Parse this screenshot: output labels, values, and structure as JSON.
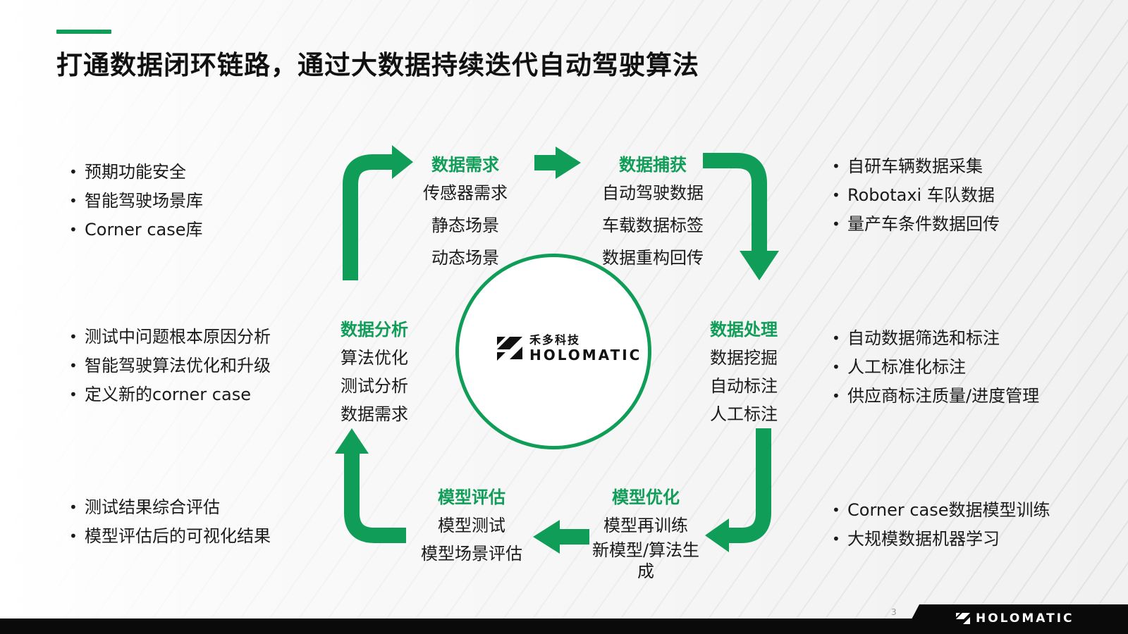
{
  "title": "打通数据闭环链路，通过大数据持续迭代自动驾驶算法",
  "colors": {
    "accent": "#0f9d58",
    "footer": "#0a0a0a"
  },
  "nodes": {
    "data_demand": {
      "title": "数据需求",
      "items": [
        "传感器需求",
        "静态场景",
        "动态场景"
      ]
    },
    "data_capture": {
      "title": "数据捕获",
      "items": [
        "自动驾驶数据",
        "车载数据标签",
        "数据重构回传"
      ]
    },
    "data_processing": {
      "title": "数据处理",
      "items": [
        "数据挖掘",
        "自动标注",
        "人工标注"
      ]
    },
    "model_optimization": {
      "title": "模型优化",
      "items": [
        "模型再训练",
        "新模型/算法生",
        "成"
      ]
    },
    "model_evaluation": {
      "title": "模型评估",
      "items": [
        "模型测试",
        "模型场景评估"
      ]
    },
    "data_analysis": {
      "title": "数据分析",
      "items": [
        "算法优化",
        "测试分析",
        "数据需求"
      ]
    }
  },
  "side_lists": {
    "left_top": [
      "预期功能安全",
      "智能驾驶场景库",
      "Corner case库"
    ],
    "left_middle": [
      "测试中问题根本原因分析",
      "智能驾驶算法优化和升级",
      "定义新的corner case"
    ],
    "left_bottom": [
      "测试结果综合评估",
      "模型评估后的可视化结果"
    ],
    "right_top": [
      "自研车辆数据采集",
      "Robotaxi 车队数据",
      "量产车条件数据回传"
    ],
    "right_middle": [
      "自动数据筛选和标注",
      "人工标准化标注",
      "供应商标注质量/进度管理"
    ],
    "right_bottom": [
      "Corner case数据模型训练",
      "大规模数据机器学习"
    ]
  },
  "center_logo": {
    "cn": "禾多科技",
    "en": "HOLOMATIC",
    "icon": "holomatic-logo-icon"
  },
  "footer": {
    "page_number": "3",
    "brand": "HOLOMATIC",
    "icon": "holomatic-logo-icon"
  }
}
